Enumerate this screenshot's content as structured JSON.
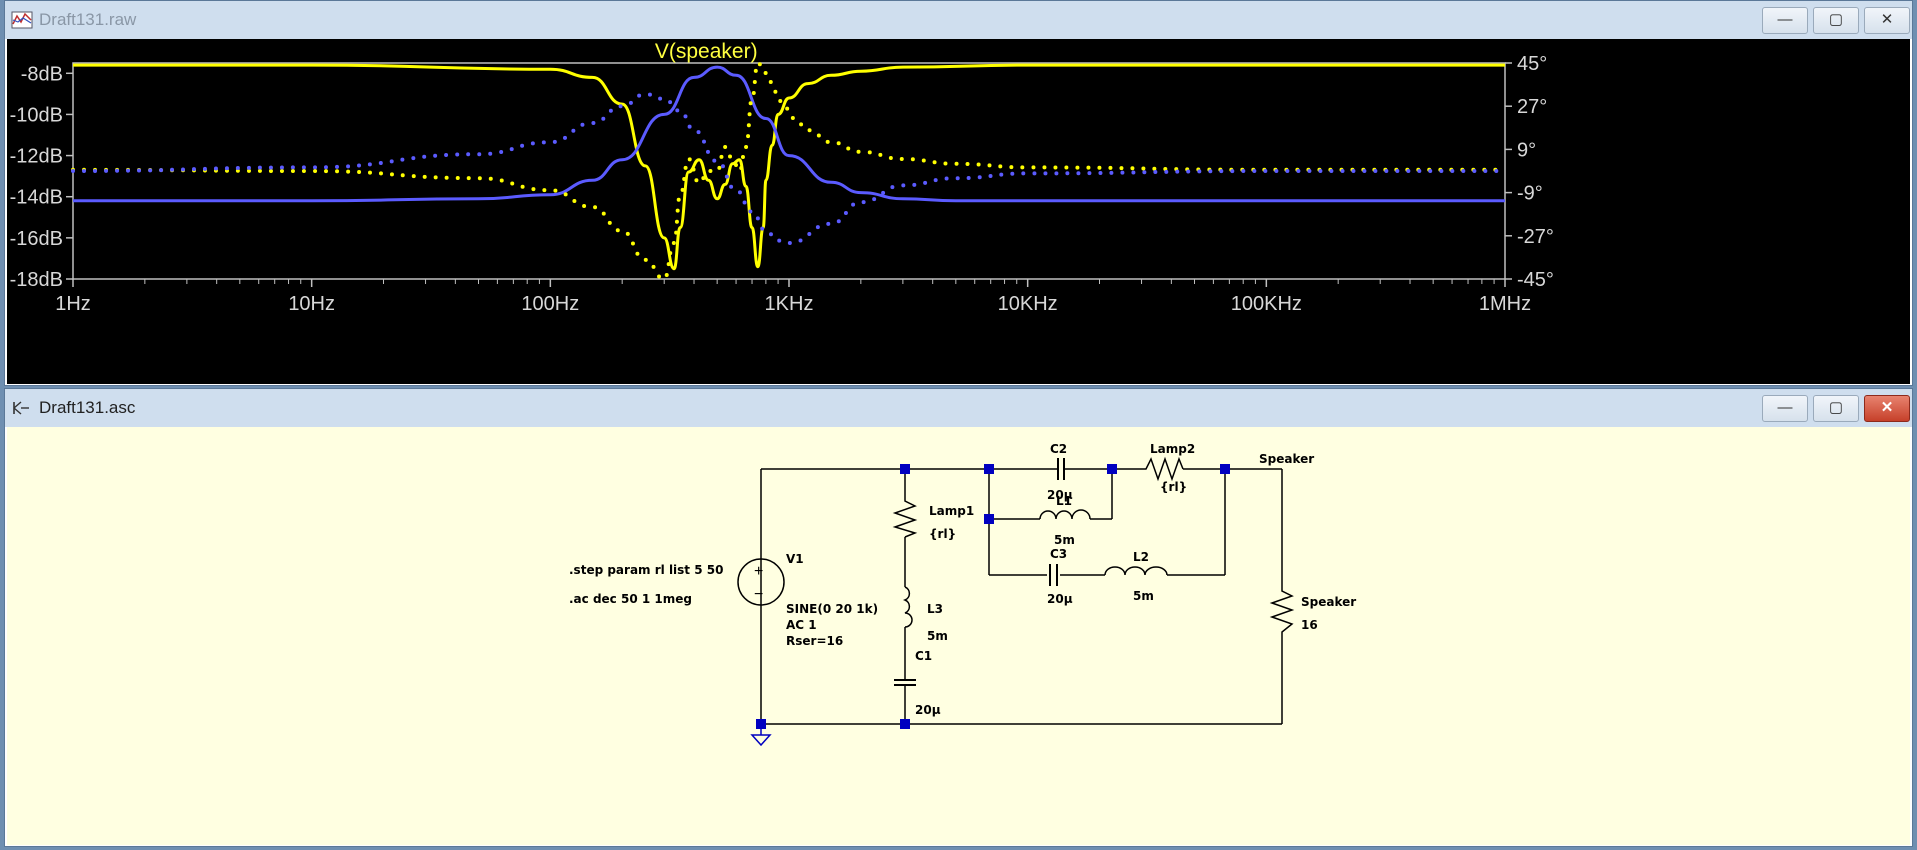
{
  "plot_window": {
    "title": "Draft131.raw",
    "min_glyph": "—",
    "max_glyph": "▢",
    "close_glyph": "✕"
  },
  "schematic_window": {
    "title": "Draft131.asc",
    "min_glyph": "—",
    "max_glyph": "▢",
    "close_glyph": "✕"
  },
  "chart_data": {
    "type": "line",
    "title": "V(speaker)",
    "x_scale": "log",
    "x_range_hz": [
      1,
      1000000
    ],
    "x_tick_labels": [
      "1Hz",
      "10Hz",
      "100Hz",
      "1KHz",
      "10KHz",
      "100KHz",
      "1MHz"
    ],
    "y_left_range_db": [
      -18,
      -7.5
    ],
    "y_left_tick_labels": [
      "-8dB",
      "-10dB",
      "-12dB",
      "-14dB",
      "-16dB",
      "-18dB"
    ],
    "y_right_range_deg": [
      -45,
      45
    ],
    "y_right_tick_labels": [
      "45°",
      "27°",
      "9°",
      "-9°",
      "-27°",
      "-45°"
    ],
    "colors": {
      "background": "#000000",
      "grid": "#c0c0c0",
      "yellow": "#ffff00",
      "blue": "#5b5bff",
      "title": "#ffff40"
    },
    "series": [
      {
        "color": "yellow",
        "style": "solid",
        "quantity": "magnitude_db",
        "x": [
          1,
          10,
          100,
          150,
          200,
          250,
          300,
          330,
          350,
          380,
          420,
          460,
          500,
          540,
          580,
          620,
          660,
          700,
          740,
          780,
          800,
          850,
          900,
          1000,
          1200,
          1500,
          2000,
          3000,
          10000,
          100000,
          1000000
        ],
        "y": [
          -7.6,
          -7.6,
          -7.8,
          -8.2,
          -9.5,
          -12.5,
          -16,
          -17.5,
          -15.5,
          -12.8,
          -12.2,
          -13.2,
          -14.1,
          -13.4,
          -12.4,
          -12.2,
          -13.5,
          -15.5,
          -17.4,
          -15.5,
          -13.2,
          -11.5,
          -10,
          -9.2,
          -8.5,
          -8.1,
          -7.9,
          -7.7,
          -7.6,
          -7.6,
          -7.6
        ]
      },
      {
        "color": "blue",
        "style": "solid",
        "quantity": "magnitude_db",
        "x": [
          1,
          10,
          50,
          100,
          150,
          200,
          300,
          400,
          500,
          600,
          800,
          1000,
          1500,
          2000,
          3000,
          5000,
          10000,
          100000,
          1000000
        ],
        "y": [
          -14.2,
          -14.2,
          -14.1,
          -13.9,
          -13.2,
          -12.2,
          -10,
          -8.2,
          -7.7,
          -8.1,
          -10.2,
          -12,
          -13.3,
          -13.8,
          -14.1,
          -14.2,
          -14.2,
          -14.2,
          -14.2
        ]
      },
      {
        "color": "yellow",
        "style": "dotted",
        "quantity": "phase_deg",
        "x": [
          1,
          10,
          50,
          100,
          150,
          200,
          250,
          300,
          330,
          350,
          380,
          420,
          460,
          500,
          540,
          580,
          620,
          660,
          700,
          740,
          780,
          820,
          880,
          950,
          1050,
          1200,
          1500,
          2000,
          3000,
          5000,
          10000,
          100000,
          1000000
        ],
        "y": [
          0.5,
          0,
          -3,
          -8,
          -15,
          -25,
          -37,
          -45,
          -30,
          -10,
          5,
          -5,
          0,
          0,
          10,
          5,
          0,
          10,
          30,
          45,
          43,
          38,
          33,
          27,
          22,
          17,
          12,
          8,
          5,
          3,
          1.5,
          0.5,
          0.5
        ]
      },
      {
        "color": "blue",
        "style": "dotted",
        "quantity": "phase_deg",
        "x": [
          1,
          10,
          50,
          100,
          150,
          200,
          250,
          300,
          350,
          400,
          500,
          600,
          700,
          800,
          900,
          1000,
          1500,
          2000,
          3000,
          5000,
          10000,
          100000,
          1000000
        ],
        "y": [
          0,
          1.5,
          7,
          12,
          20,
          27,
          32,
          30,
          25,
          17,
          4,
          -8,
          -17,
          -25,
          -29,
          -30,
          -22,
          -13,
          -6,
          -3,
          -1,
          0,
          0
        ]
      }
    ]
  },
  "schematic": {
    "directives": [
      ".step param rl list 5 50",
      ".ac dec 50 1 1meg"
    ],
    "components": {
      "v1": {
        "name": "V1",
        "line1": "SINE(0 20 1k)",
        "line2": "AC 1",
        "line3": "Rser=16"
      },
      "lamp1": {
        "name": "Lamp1",
        "value": "{rl}"
      },
      "l3": {
        "name": "L3",
        "value": "5m"
      },
      "c1": {
        "name": "C1",
        "value": "20µ"
      },
      "c2": {
        "name": "C2",
        "value": "20µ"
      },
      "lamp2": {
        "name": "Lamp2",
        "value": "{rl}"
      },
      "l1": {
        "name": "L1",
        "value": "5m"
      },
      "c3": {
        "name": "C3",
        "value": "20µ"
      },
      "l2": {
        "name": "L2",
        "value": "5m"
      },
      "speaker": {
        "name": "Speaker",
        "value": "16"
      }
    },
    "net_label": "Speaker",
    "plus_sign": "+",
    "minus_sign": "−",
    "wire_color": "#000000",
    "node_color": "#0000c0"
  }
}
